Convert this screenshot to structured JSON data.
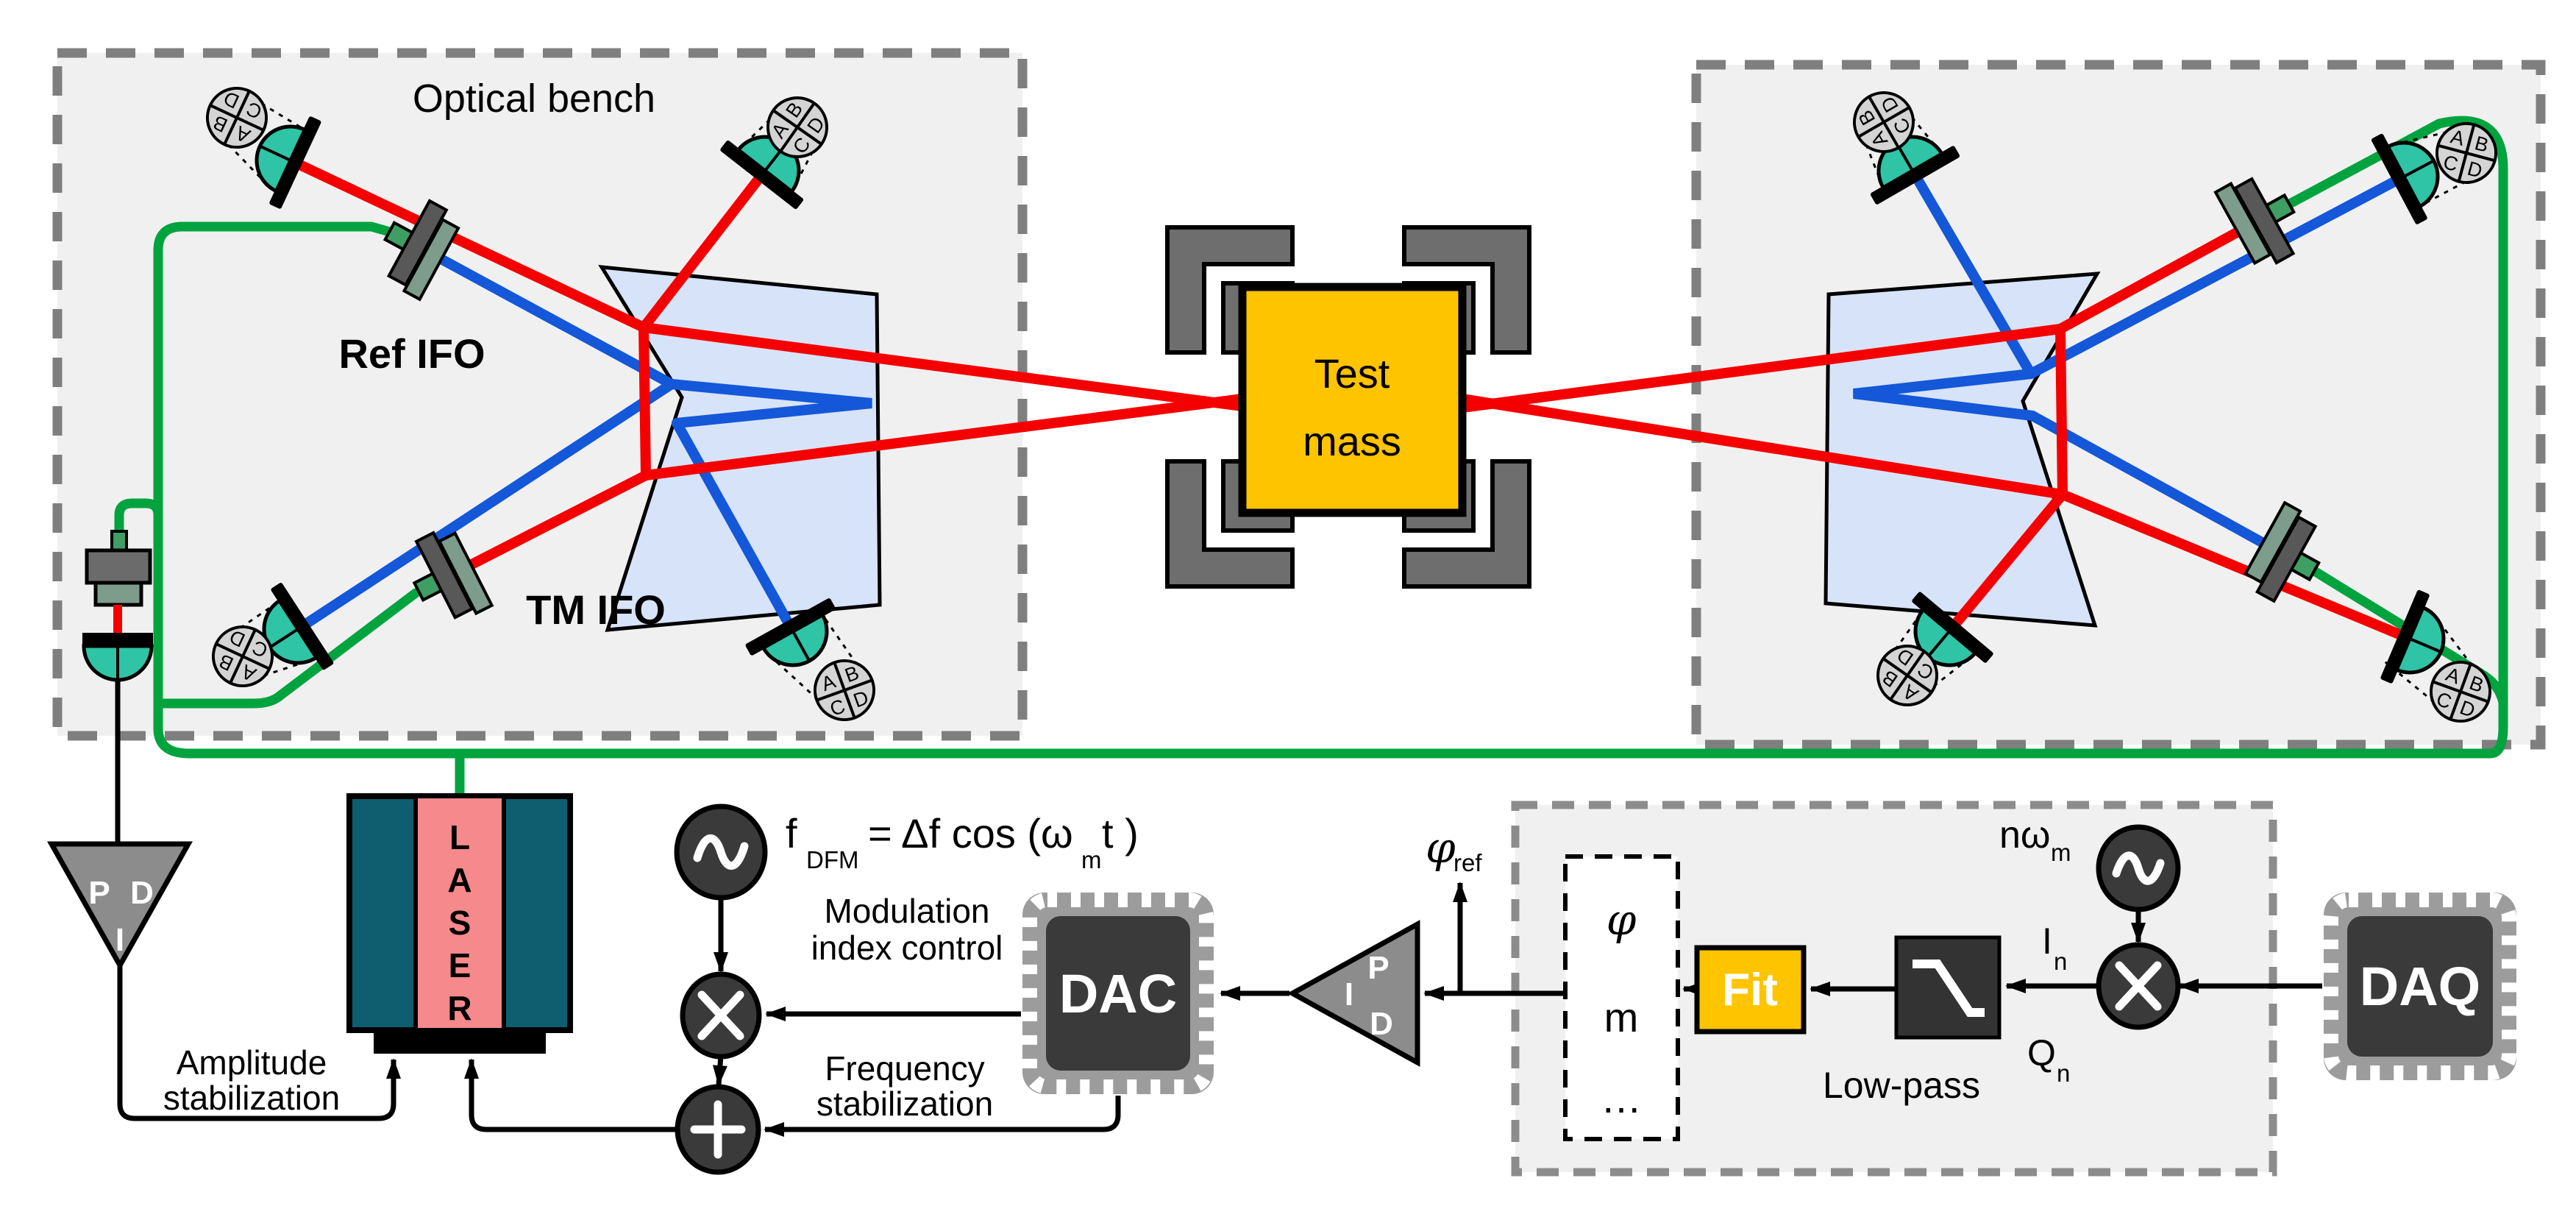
{
  "bench_left": {
    "title": "Optical bench",
    "ref_ifo": "Ref IFO",
    "tm_ifo": "TM IFO"
  },
  "test_mass": {
    "line1": "Test",
    "line2": "mass"
  },
  "laser": {
    "label": "LASER"
  },
  "pd_amp_triangle": {
    "p": "P",
    "d": "D",
    "i": "I"
  },
  "amplitude_stab": {
    "line1": "Amplitude",
    "line2": "stabilization"
  },
  "oscillator_formula": {
    "f": "f",
    "sub": "DFM",
    "body": "= Δf cos (ω",
    "sub2": "m",
    "end": "t )"
  },
  "modulation": {
    "line1": "Modulation",
    "line2": "index control"
  },
  "frequency": {
    "line1": "Frequency",
    "line2": "stabilization"
  },
  "dac": {
    "label": "DAC"
  },
  "pid_triangle": {
    "p": "P",
    "i": "I",
    "d": "D"
  },
  "phi_ref": {
    "sym": "φ",
    "sub": "ref"
  },
  "param_box": {
    "phi": "φ",
    "m": "m",
    "dots": "…"
  },
  "fit": {
    "label": "Fit"
  },
  "low_pass": {
    "label": "Low-pass"
  },
  "signals": {
    "i": "I",
    "i_sub": "n",
    "q": "Q",
    "q_sub": "n",
    "n_omega": "nω",
    "n_omega_sub": "m"
  },
  "daq": {
    "label": "DAQ"
  },
  "quadrant": {
    "a": "A",
    "b": "B",
    "c": "C",
    "d": "D"
  },
  "colors": {
    "beam_red": "#f50000",
    "beam_blue": "#1457d8",
    "fiber_green": "#00a33e",
    "test_mass_yellow": "#ffc400",
    "detector_teal": "#2ec4a5",
    "prism_blue": "#d7e3f8",
    "laser_teal": "#0f5e70",
    "laser_pink": "#f5898c",
    "chip_gray": "#9c9c9c",
    "chip_dark": "#3a3a3a",
    "label_blue": "#1414f0",
    "label_red": "#f50000"
  }
}
